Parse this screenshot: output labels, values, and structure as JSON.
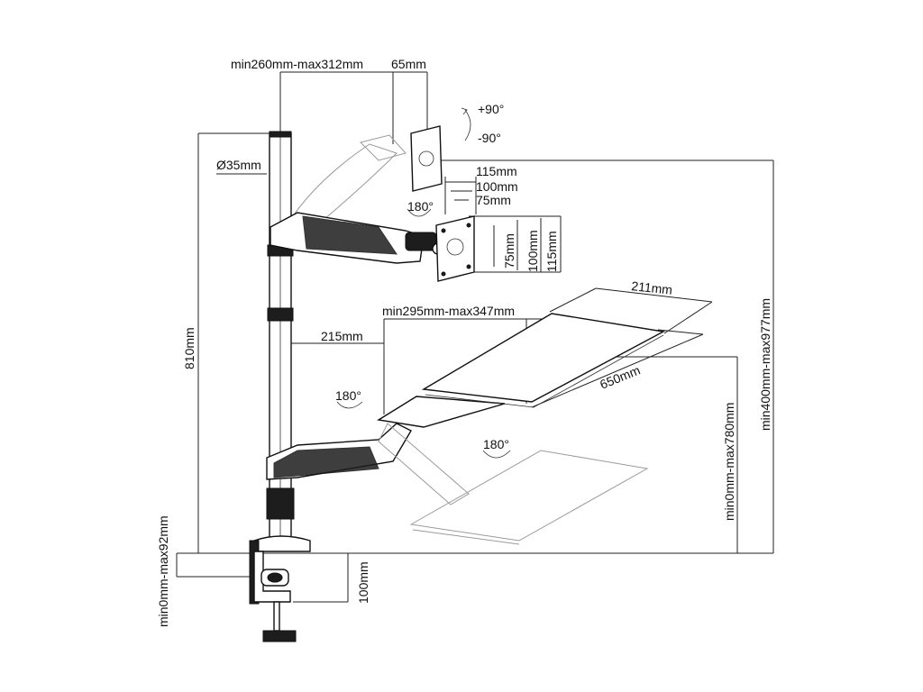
{
  "labels": {
    "arm_reach": "min260mm-max312mm",
    "vesa_offset": "65mm",
    "tilt_up": "+90°",
    "tilt_down": "-90°",
    "pole_diameter": "Ø35mm",
    "rotate_monitor": "180°",
    "vesa_w_115": "115mm",
    "vesa_w_100": "100mm",
    "vesa_w_75": "75mm",
    "vesa_h_75": "75mm",
    "vesa_h_100": "100mm",
    "vesa_h_115": "115mm",
    "pole_height": "810mm",
    "keyboard_reach": "min295mm-max347mm",
    "lower_arm": "215mm",
    "tray_depth": "211mm",
    "tray_width": "650mm",
    "monitor_height": "min400mm-max977mm",
    "keyboard_height": "min0mm-max780mm",
    "rotate_lower": "180°",
    "rotate_tray": "180°",
    "clamp_thickness": "min0mm-max92mm",
    "clamp_depth": "100mm"
  }
}
